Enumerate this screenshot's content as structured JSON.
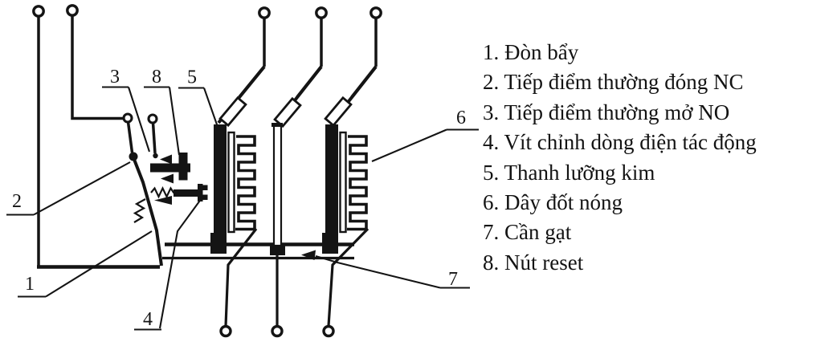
{
  "legend": {
    "items": [
      "1. Đòn bẩy",
      "2. Tiếp điểm thường đóng NC",
      "3. Tiếp điểm thường mở NO",
      "4. Vít chỉnh dòng điện tác động",
      "5. Thanh lưỡng kim",
      "6. Dây đốt nóng",
      "7. Cần gạt",
      "8. Nút reset"
    ]
  },
  "diagram": {
    "callouts": {
      "c1": "1",
      "c2": "2",
      "c3": "3",
      "c4": "4",
      "c5": "5",
      "c6": "6",
      "c7": "7",
      "c8": "8"
    },
    "colors": {
      "ink": "#141414",
      "background": "#ffffff"
    }
  }
}
